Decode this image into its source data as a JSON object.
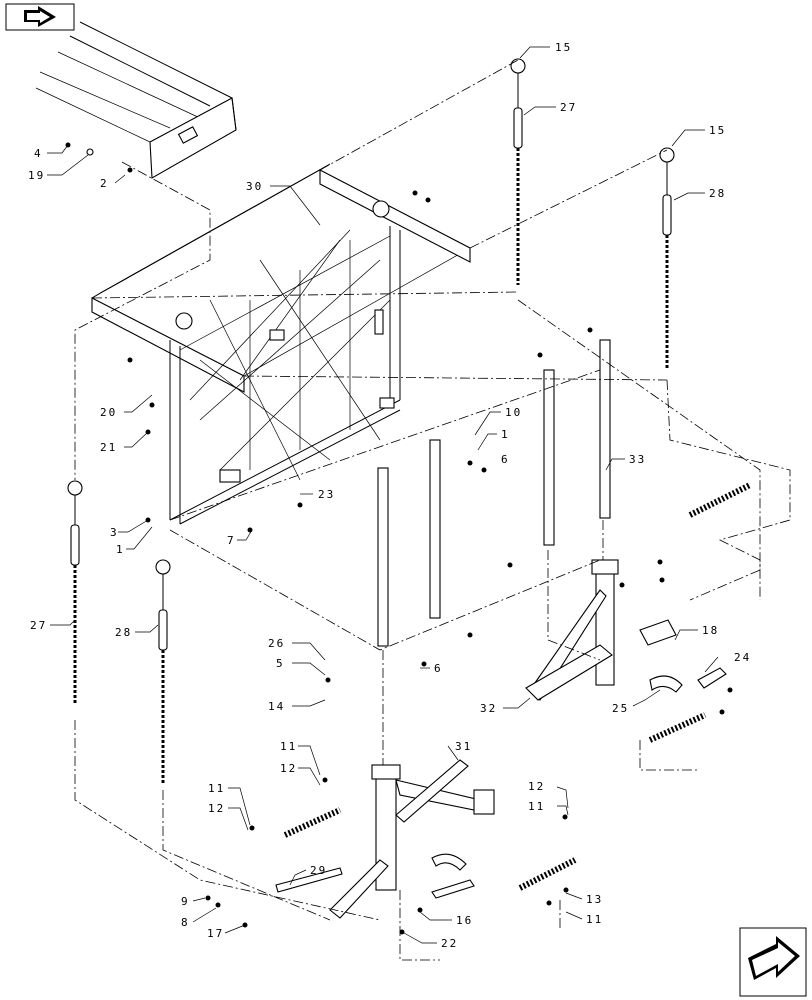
{
  "diagram": {
    "callouts": [
      "15",
      "27",
      "15",
      "28",
      "4",
      "19",
      "2",
      "30",
      "20",
      "21",
      "10",
      "1",
      "6",
      "33",
      "3",
      "1",
      "7",
      "23",
      "27",
      "28",
      "26",
      "5",
      "14",
      "18",
      "24",
      "32",
      "25",
      "6",
      "31",
      "11",
      "12",
      "11",
      "12",
      "12",
      "11",
      "29",
      "9",
      "8",
      "17",
      "16",
      "22",
      "13",
      "11"
    ]
  },
  "nav": {
    "prev_icon": "page-back-icon",
    "next_icon": "page-forward-icon"
  }
}
